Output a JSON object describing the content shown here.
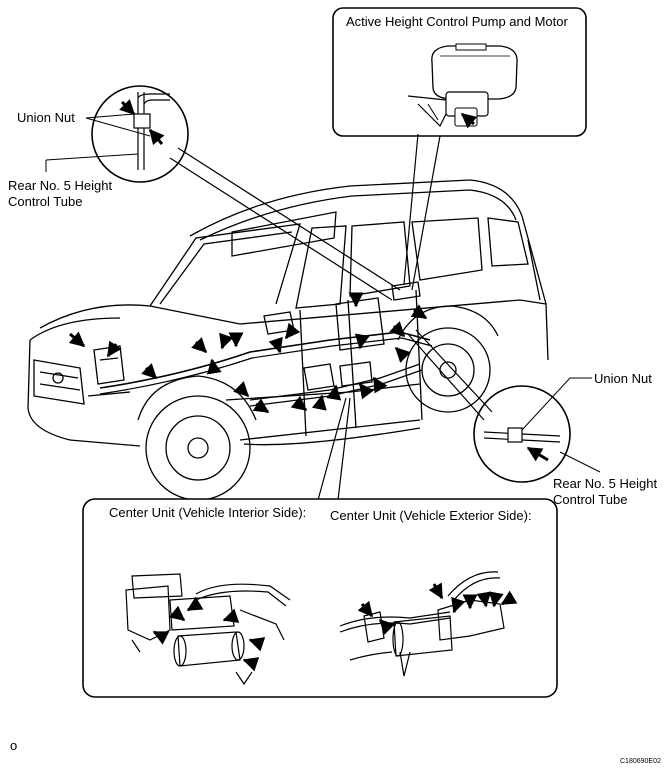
{
  "labels": {
    "pump_motor": "Active Height Control Pump and Motor",
    "union_nut_left": "Union Nut",
    "rear_tube_left_line1": "Rear No. 5 Height",
    "rear_tube_left_line2": "Control Tube",
    "union_nut_right": "Union Nut",
    "rear_tube_right_line1": "Rear No. 5 Height",
    "rear_tube_right_line2": "Control Tube",
    "center_interior": "Center Unit (Vehicle Interior Side):",
    "center_exterior": "Center Unit (Vehicle Exterior Side):"
  },
  "page_marker": "o",
  "figure_code": "C180690E02"
}
